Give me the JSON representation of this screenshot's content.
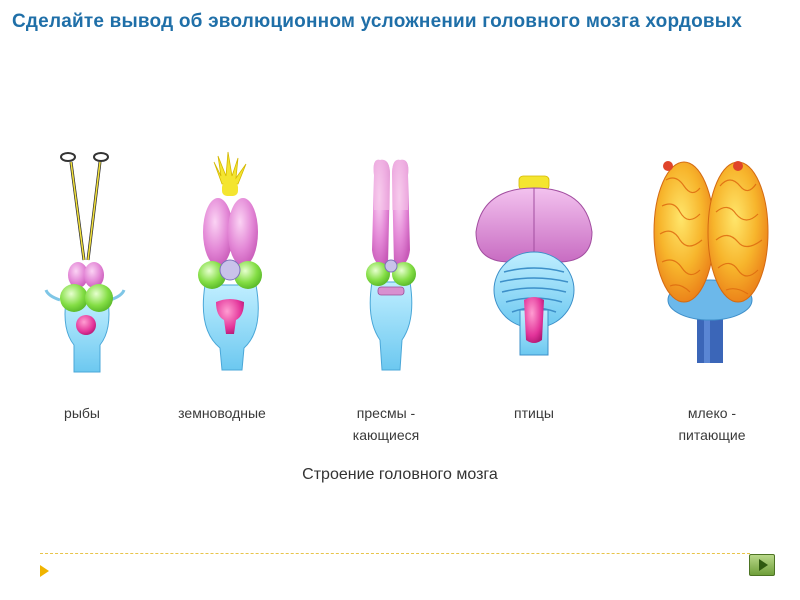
{
  "title": "Сделайте вывод об эволюционном усложнении головного мозга хордовых",
  "caption": "Строение головного мозга",
  "groups": [
    {
      "label_lines": [
        "рыбы"
      ]
    },
    {
      "label_lines": [
        "земноводные"
      ]
    },
    {
      "label_lines": [
        "пресмы -",
        "кающиеся"
      ]
    },
    {
      "label_lines": [
        "птицы"
      ]
    },
    {
      "label_lines": [
        "млеко -",
        "питающие"
      ]
    }
  ],
  "colors": {
    "title": "#1f6fa8",
    "forebrain": "#e07ad0",
    "midbrain": "#7ddb3c",
    "diencephalon": "#f07ab8",
    "cerebellum": "#e0339a",
    "medulla": "#8fd8f5",
    "olfactory": "#f3e23a",
    "mammal_cortex": "#f7a629",
    "brainstem_dark": "#3b66b8"
  },
  "icons": {
    "nav_left": "triangle-right-icon",
    "nav_next": "play-icon"
  }
}
